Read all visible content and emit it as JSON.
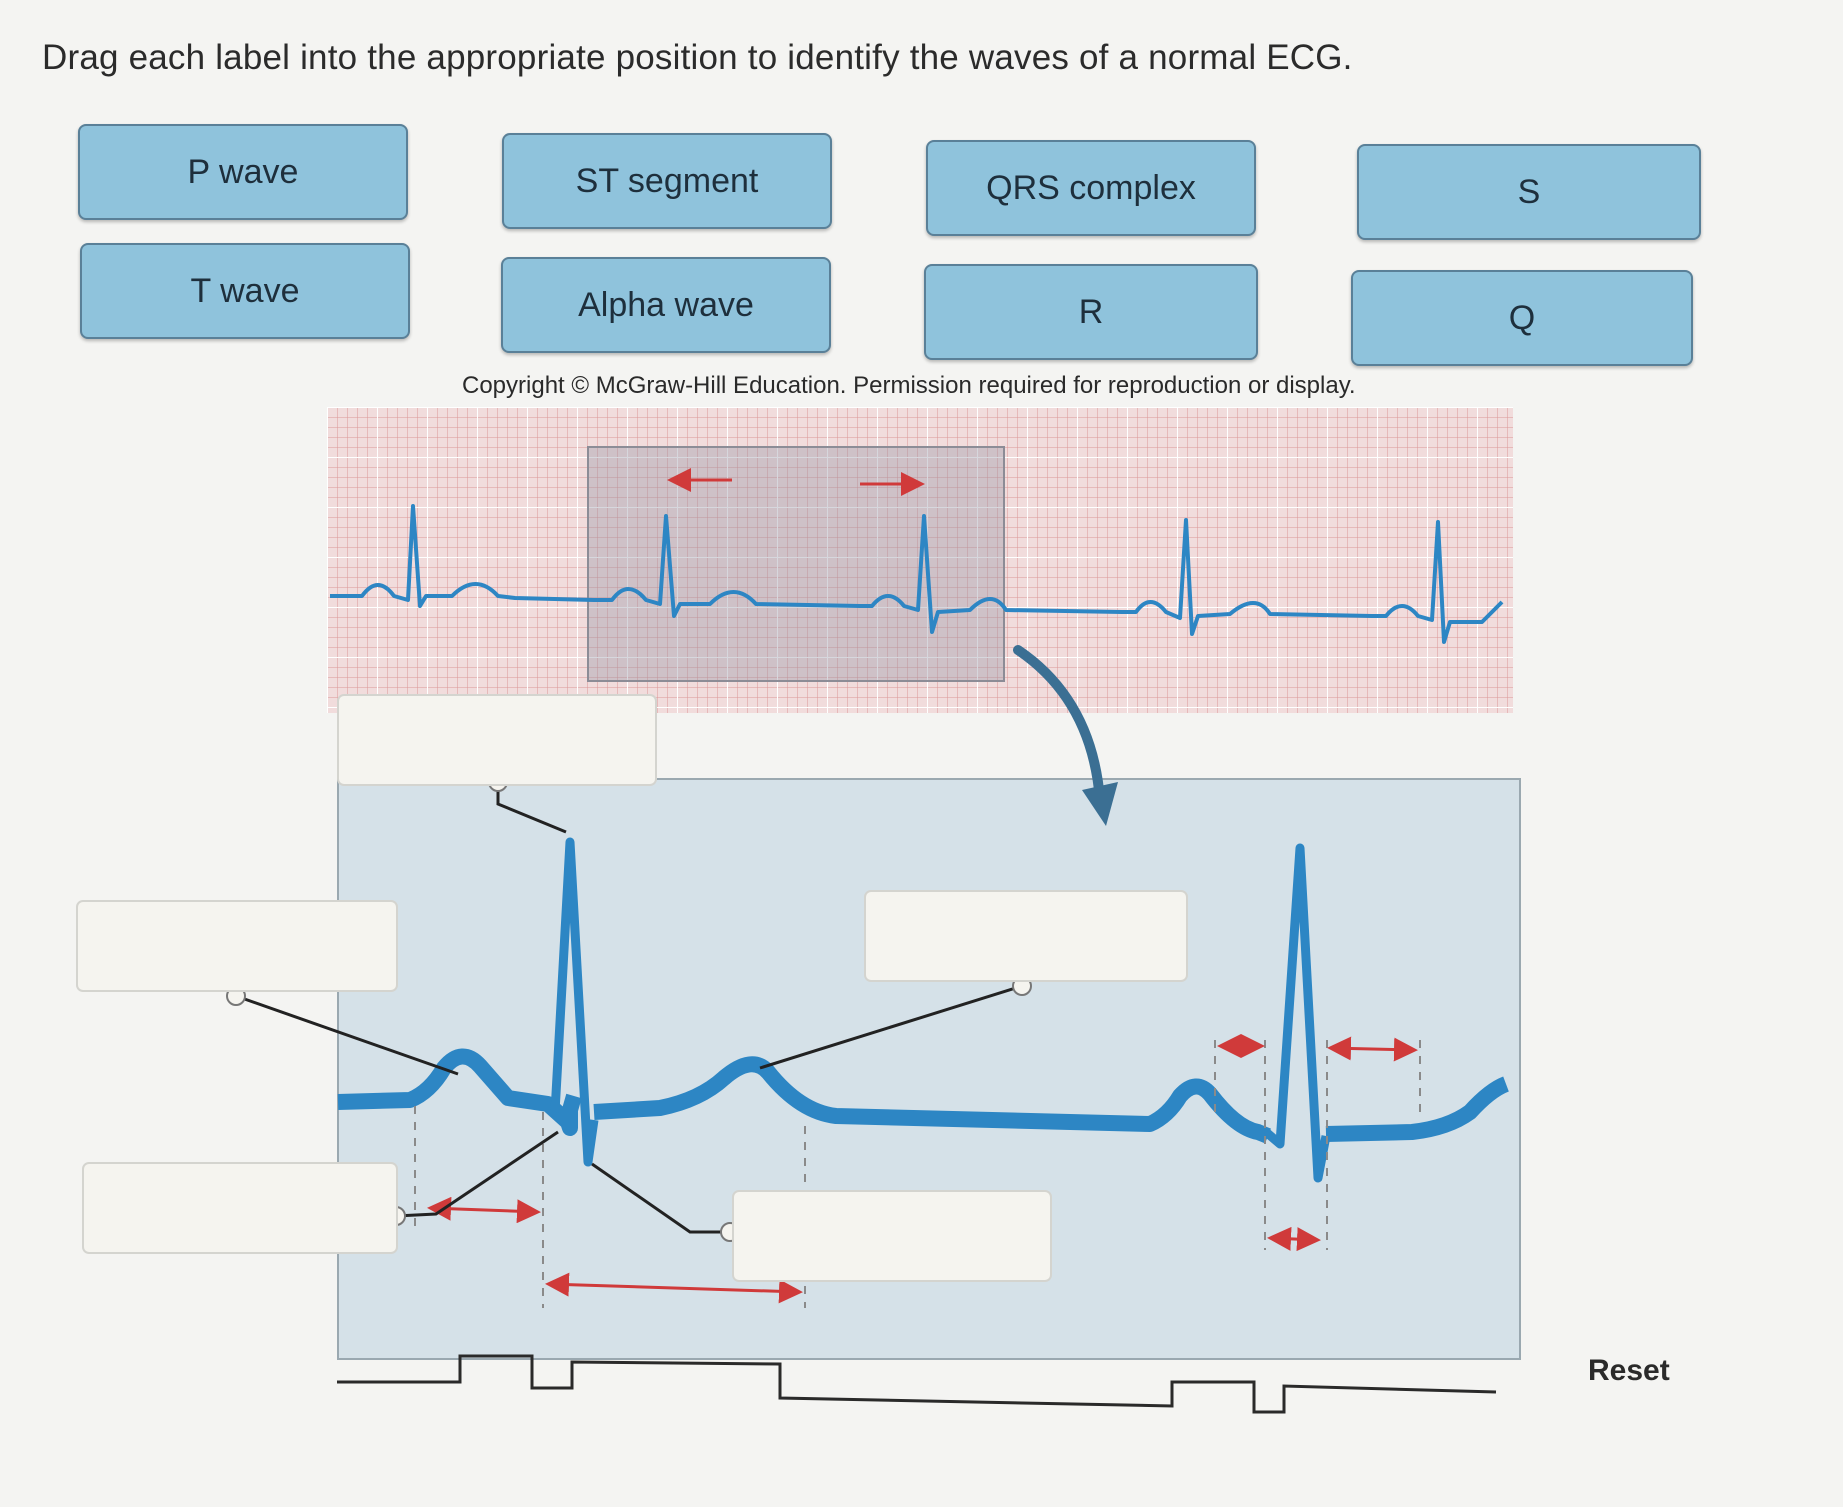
{
  "instruction": "Drag each label into the appropriate position to identify the waves of a normal ECG.",
  "labels": [
    "P wave",
    "ST segment",
    "QRS complex",
    "S",
    "T wave",
    "Alpha wave",
    "R",
    "Q"
  ],
  "copyright": "Copyright © McGraw-Hill Education. Permission required for reproduction or display.",
  "reset_label": "Reset",
  "colors": {
    "chip_fill": "#8fc3dc",
    "trace": "#2d86c4",
    "interval_arrow": "#d03a3a"
  },
  "drop_targets_count": 5
}
